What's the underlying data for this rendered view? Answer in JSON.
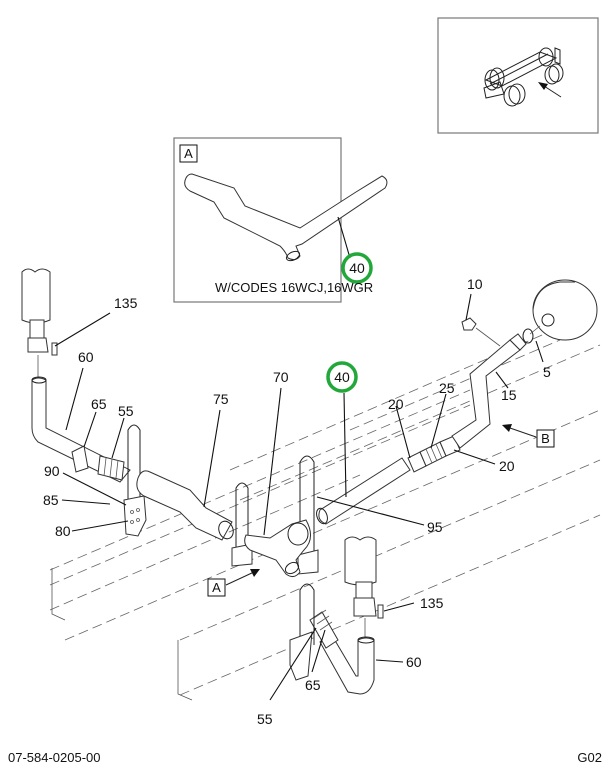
{
  "diagram": {
    "type": "exploded-parts-illustration",
    "subject": "Exhaust tail pipe routing with Y-pipe and vertical stacks",
    "highlight_color": "#22A83A",
    "inset_locator": {
      "description": "truck chassis locator view with arrow"
    },
    "detail_A": {
      "box_label": "A",
      "callout": "40",
      "note": "W/CODES 16WCJ,16WGR"
    },
    "view_markers": {
      "A": "A",
      "B": "B"
    },
    "callouts": {
      "c135_top": "135",
      "c60_top": "60",
      "c65_top": "65",
      "c55_top": "55",
      "c75": "75",
      "c70": "70",
      "c40_main": "40",
      "c90": "90",
      "c85": "85",
      "c80": "80",
      "c10": "10",
      "c5": "5",
      "c15": "15",
      "c25": "25",
      "c20_left": "20",
      "c20_right": "20",
      "c95": "95",
      "c135_bottom": "135",
      "c60_bottom": "60",
      "c65_bottom": "65",
      "c55_bottom": "55"
    }
  },
  "footer": {
    "drawing_number": "07-584-0205-00",
    "sheet_code": "G02"
  }
}
